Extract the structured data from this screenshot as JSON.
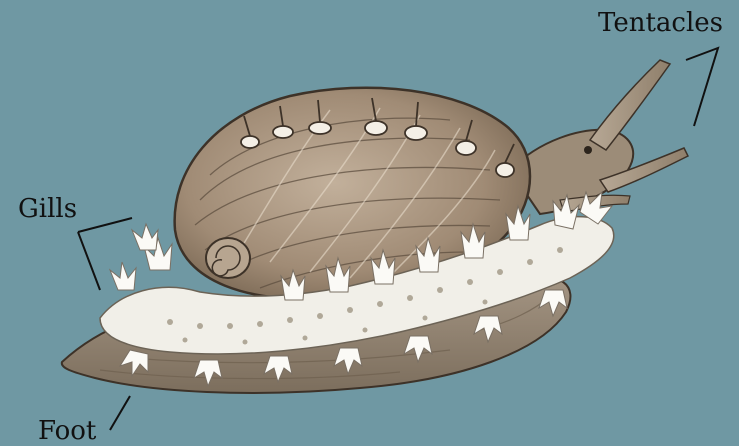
{
  "labels": {
    "tentacles": "Tentacles",
    "gills": "Gills",
    "foot": "Foot"
  },
  "colors": {
    "background": "#6f98a3",
    "shell": "#a89480",
    "shell_shadow": "#5e4f40",
    "body": "#8d806c",
    "gills": "#f2f0ea",
    "leader_line": "#111111"
  }
}
